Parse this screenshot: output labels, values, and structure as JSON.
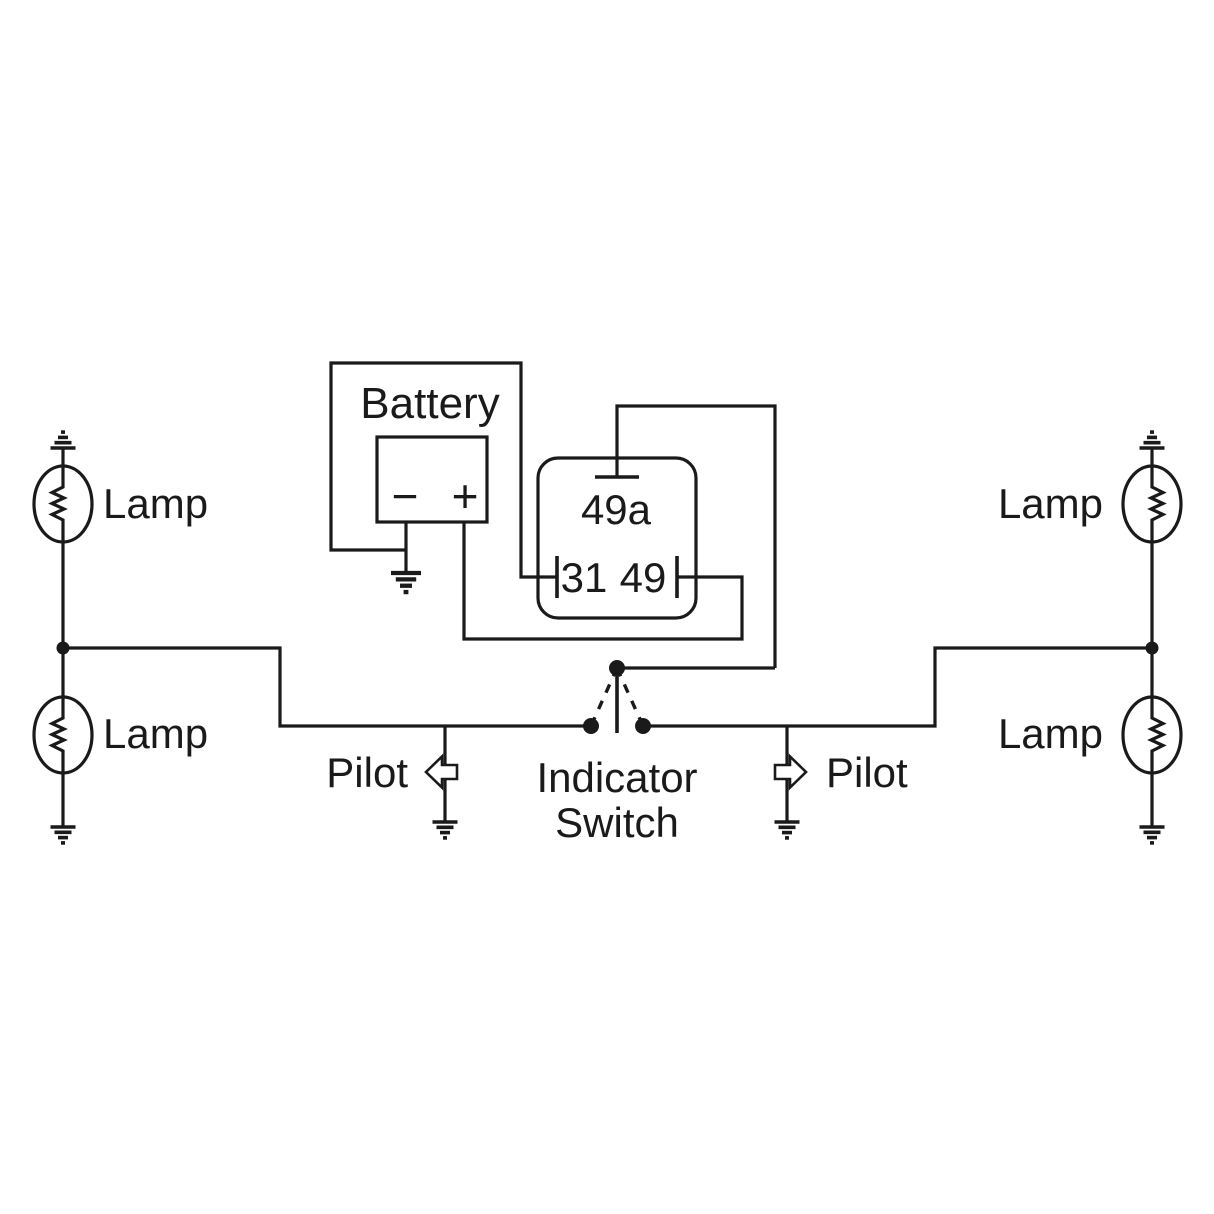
{
  "colors": {
    "line": "#1a1a1a",
    "background": "#ffffff"
  },
  "battery": {
    "label": "Battery",
    "negative_terminal": "−",
    "positive_terminal": "+"
  },
  "relay": {
    "terminal_top": "49a",
    "terminal_bottom_left": "31",
    "terminal_bottom_right": "49"
  },
  "lamp_label": "Lamp",
  "pilot_label": "Pilot",
  "indicator_switch": {
    "line1": "Indicator",
    "line2": "Switch"
  }
}
